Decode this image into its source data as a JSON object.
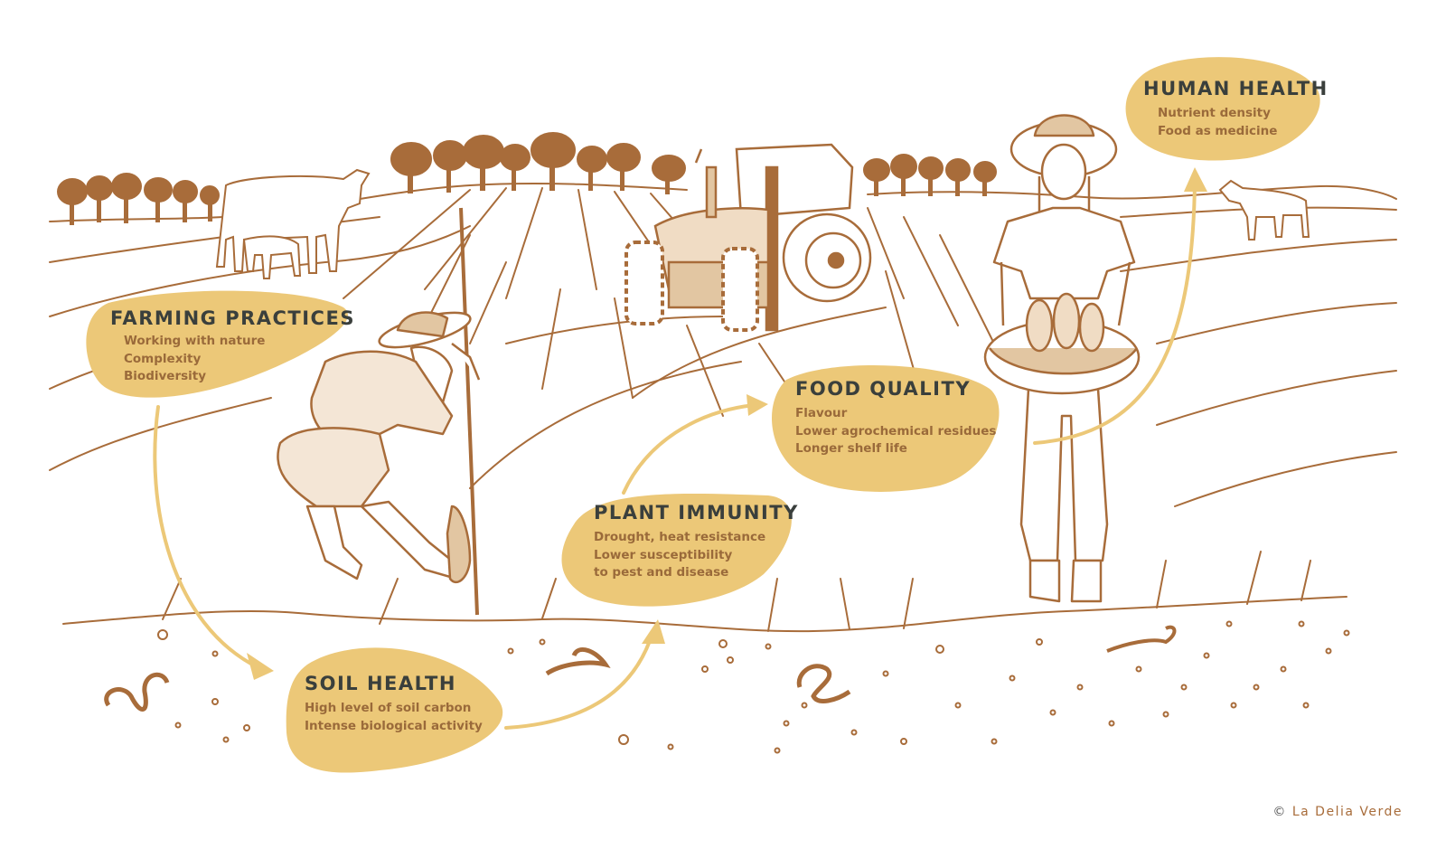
{
  "colors": {
    "line": "#a86c3a",
    "blob": "#ecc878",
    "arrow": "#ecc878",
    "title_text": "#3a3f3c",
    "item_text": "#9a6a3a"
  },
  "stages": [
    {
      "id": "farming-practices",
      "title": "FARMING PRACTICES",
      "items": [
        "Working with nature",
        "Complexity",
        "Biodiversity"
      ]
    },
    {
      "id": "soil-health",
      "title": "SOIL HEALTH",
      "items": [
        "High level of soil carbon",
        "Intense biological activity"
      ]
    },
    {
      "id": "plant-immunity",
      "title": "PLANT IMMUNITY",
      "items": [
        "Drought, heat resistance",
        "Lower susceptibility",
        "to pest and disease"
      ]
    },
    {
      "id": "food-quality",
      "title": "FOOD QUALITY",
      "items": [
        "Flavour",
        "Lower agrochemical residues",
        "Longer shelf life"
      ]
    },
    {
      "id": "human-health",
      "title": "HUMAN HEALTH",
      "items": [
        "Nutrient density",
        "Food as medicine"
      ]
    }
  ],
  "flow": [
    "Farming Practices",
    "Soil Health",
    "Plant Immunity",
    "Food Quality",
    "Human Health"
  ],
  "credit": {
    "symbol": "©",
    "name": "La Delia Verde"
  }
}
